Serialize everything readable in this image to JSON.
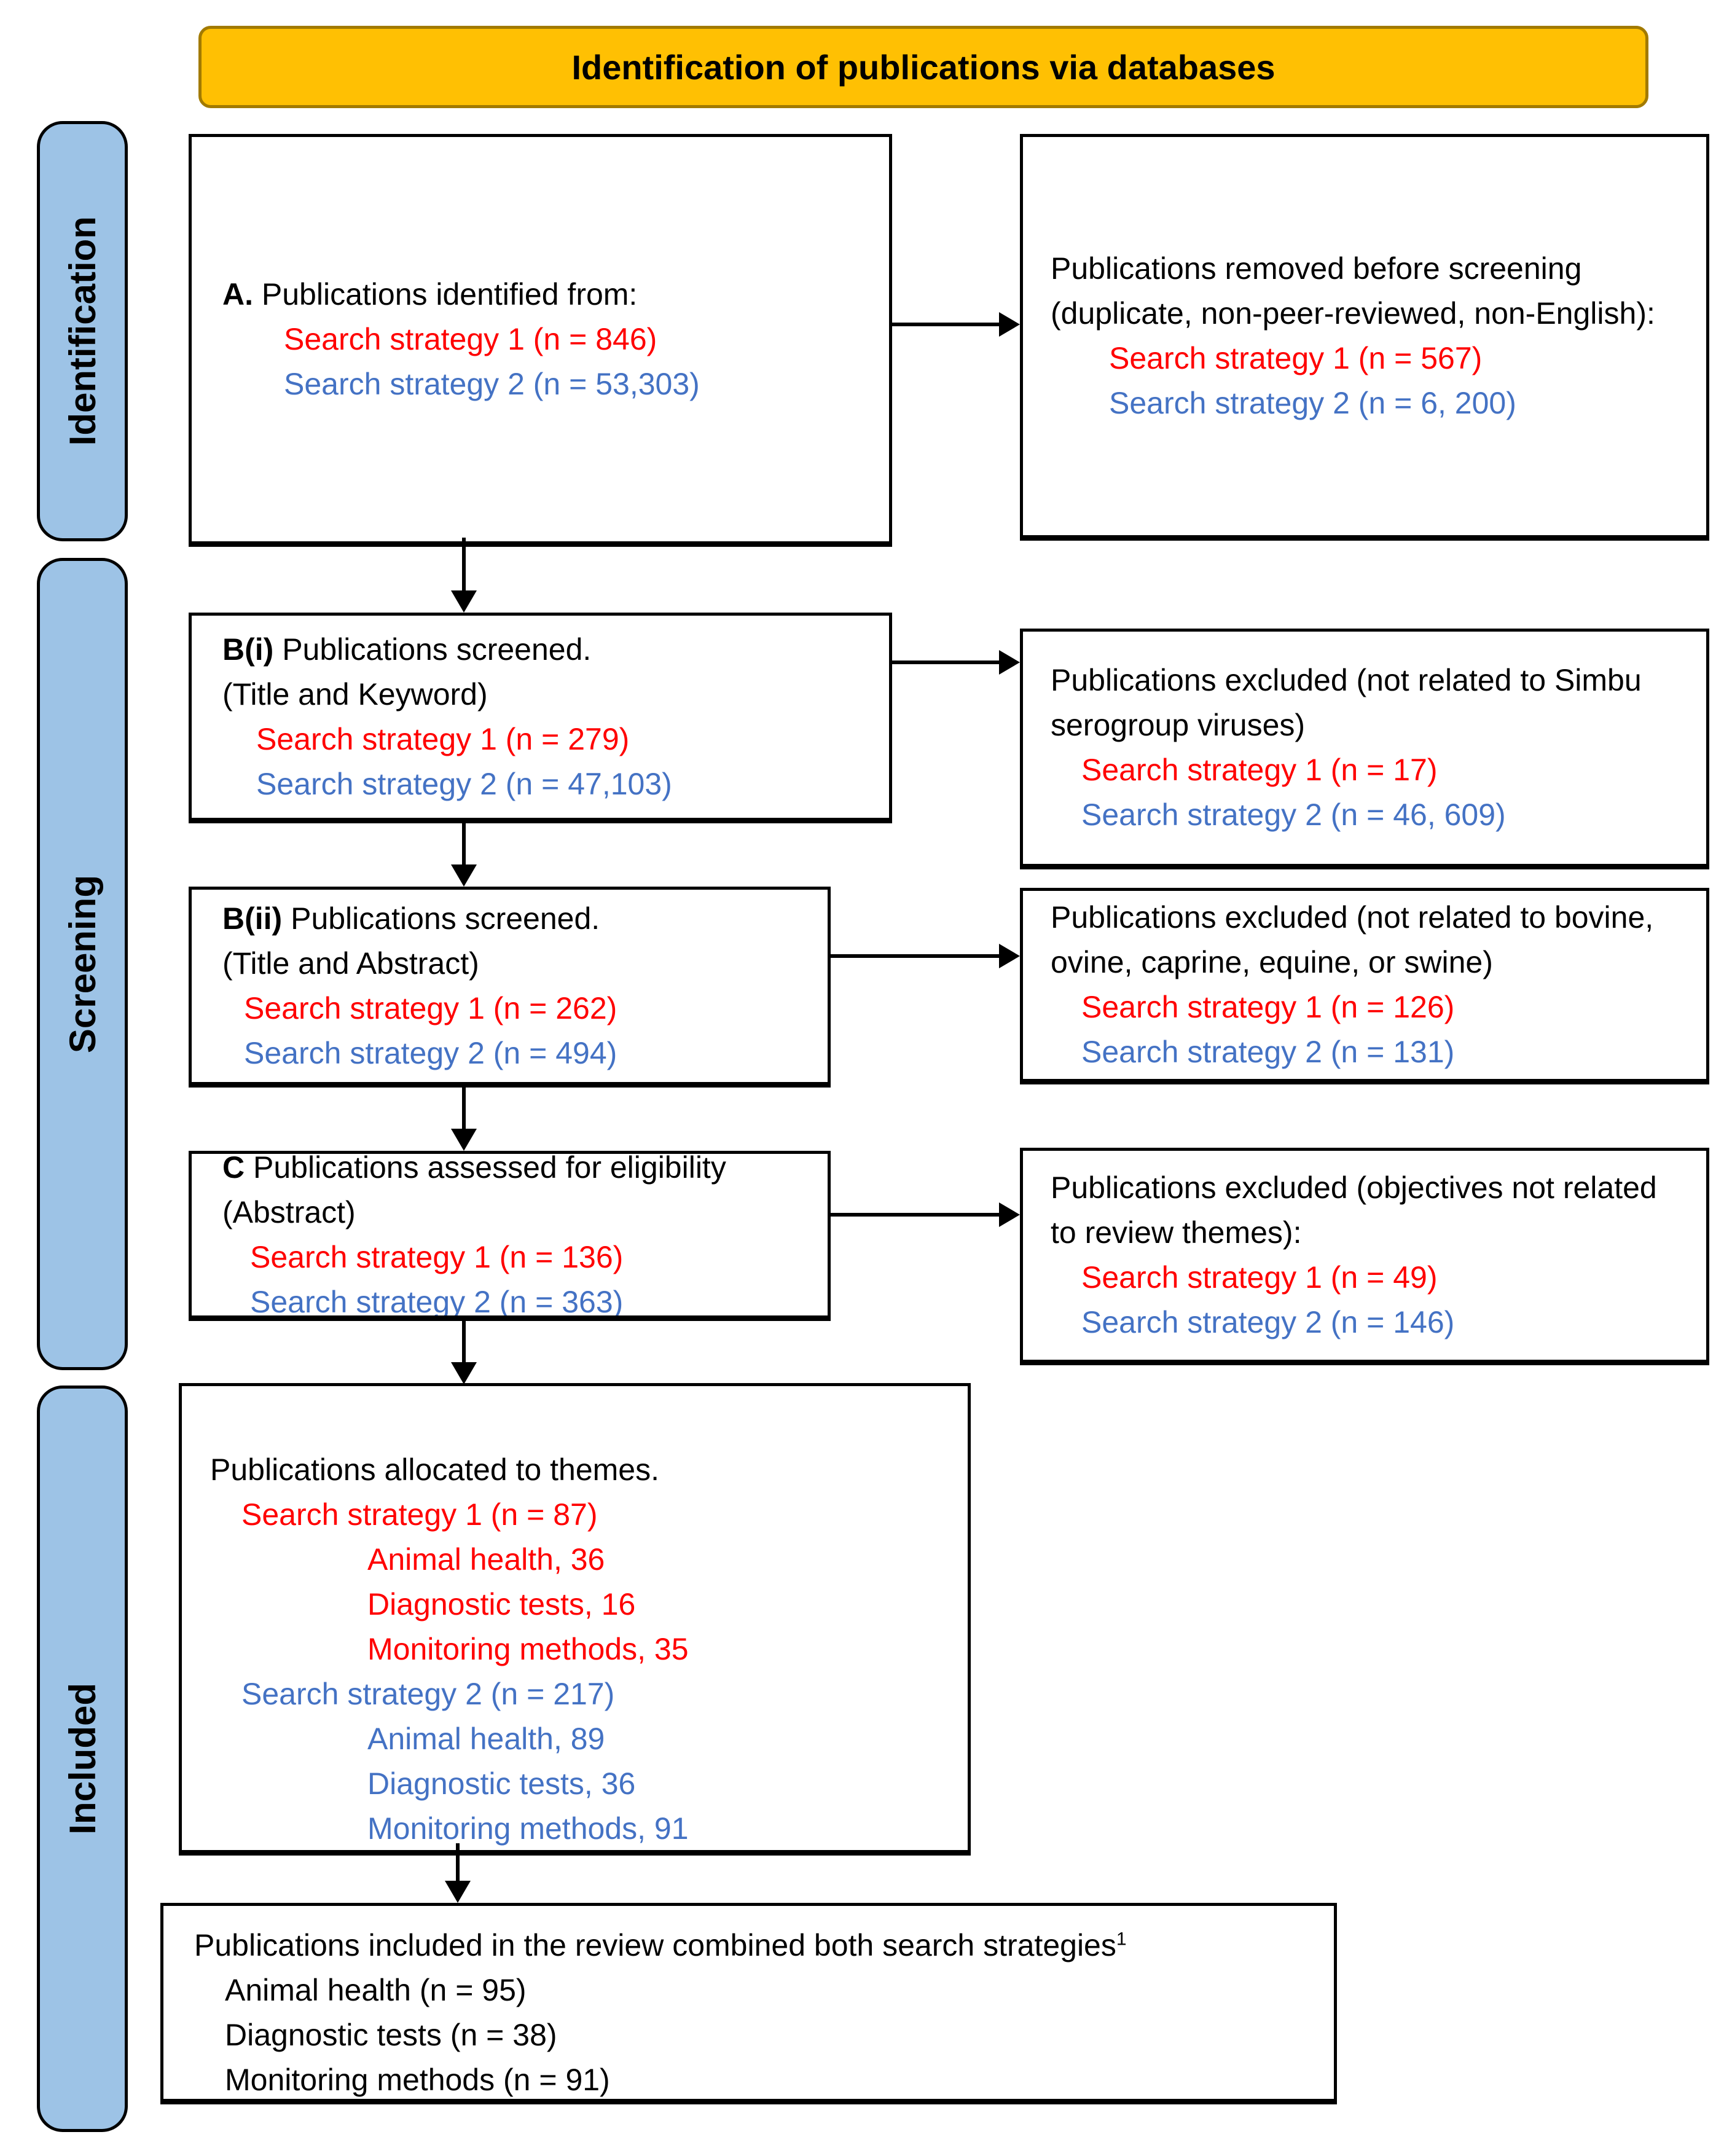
{
  "header": {
    "title": "Identification of publications via databases"
  },
  "sidebar": [
    {
      "label": "Identification"
    },
    {
      "label": "Screening"
    },
    {
      "label": "Included"
    }
  ],
  "colors": {
    "banner_fill": "#FFC003",
    "banner_border": "#A27A00",
    "phase_fill": "#9DC3E6",
    "strategy1_red": "#FF0000",
    "strategy2_blue": "#4472C4",
    "box_border": "#000000"
  },
  "boxes": {
    "a": {
      "prefix": "A.",
      "rest": " Publications identified from:",
      "s1": "Search strategy 1 (n = 846)",
      "s2": "Search strategy 2 (n = 53,303)"
    },
    "removed": {
      "title": "Publications removed before screening (duplicate, non-peer-reviewed, non-English):",
      "s1": "Search strategy 1 (n = 567)",
      "s2": "Search strategy 2 (n = 6, 200)"
    },
    "b1": {
      "prefix": "B(i)",
      "rest": " Publications screened.",
      "subtitle": "(Title and Keyword)",
      "s1": "Search strategy 1 (n = 279)",
      "s2": "Search strategy 2 (n = 47,103)"
    },
    "excluded1": {
      "title": "Publications excluded (not related to Simbu serogroup viruses)",
      "s1": "Search strategy 1 (n = 17)",
      "s2": "Search strategy 2 (n = 46, 609)"
    },
    "b2": {
      "prefix": "B(ii)",
      "rest": " Publications screened.",
      "subtitle": "(Title and Abstract)",
      "s1": "Search strategy 1 (n = 262)",
      "s2": "Search strategy 2 (n = 494)"
    },
    "excluded2": {
      "title": "Publications excluded (not related to bovine, ovine, caprine, equine, or swine)",
      "s1": "Search strategy 1 (n = 126)",
      "s2": "Search strategy 2 (n = 131)"
    },
    "c": {
      "prefix": "C",
      "rest": " Publications assessed for eligibility",
      "subtitle": "(Abstract)",
      "s1": "Search strategy 1 (n = 136)",
      "s2": "Search strategy 2 (n = 363)"
    },
    "excluded3": {
      "title": "Publications excluded (objectives not related to review themes):",
      "s1": "Search strategy 1 (n = 49)",
      "s2": "Search strategy 2 (n = 146)"
    },
    "themes": {
      "title": "Publications allocated to themes.",
      "s1": "Search strategy 1 (n = 87)",
      "s1_items": [
        "Animal health, 36",
        "Diagnostic tests, 16",
        "Monitoring methods, 35"
      ],
      "s2": "Search strategy 2 (n = 217)",
      "s2_items": [
        "Animal health, 89",
        "Diagnostic tests, 36",
        "Monitoring methods, 91"
      ]
    },
    "included": {
      "title": "Publications included in the review combined both search strategies",
      "sup": "1",
      "items": [
        "Animal health (n = 95)",
        "Diagnostic tests (n = 38)",
        "Monitoring methods (n = 91)"
      ]
    }
  }
}
